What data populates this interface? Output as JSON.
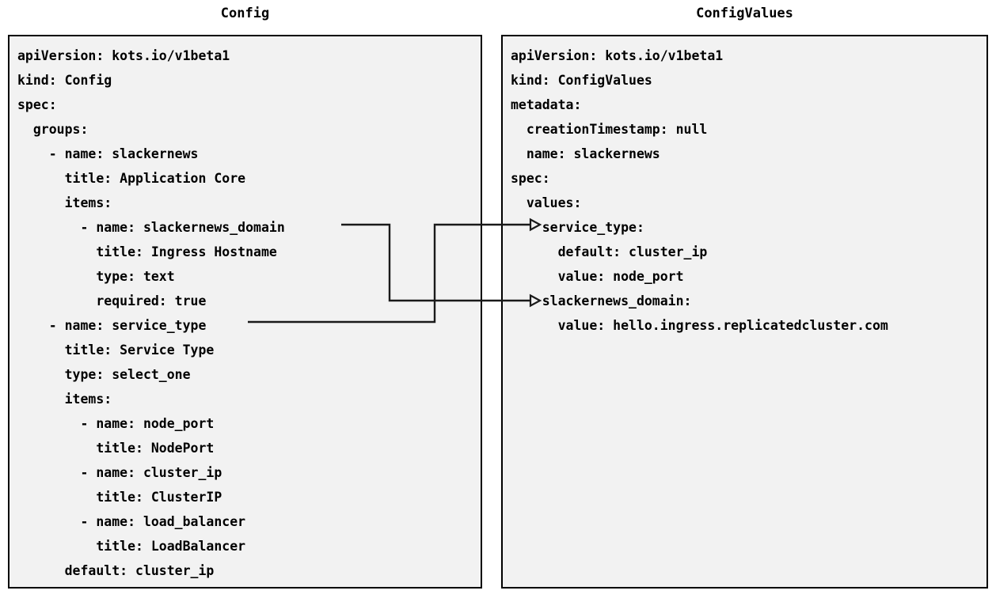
{
  "diagram": {
    "type": "two-panel-yaml-mapping",
    "background_color": "#ffffff",
    "panel_fill_color": "#f2f2f2",
    "panel_border_color": "#000000",
    "connector_color": "#1a1a1a"
  },
  "left_panel": {
    "title": "Config",
    "yaml": "apiVersion: kots.io/v1beta1\nkind: Config\nspec:\n  groups:\n    - name: slackernews\n      title: Application Core\n      items:\n        - name: slackernews_domain\n          title: Ingress Hostname\n          type: text\n          required: true\n    - name: service_type\n      title: Service Type\n      type: select_one\n      items:\n        - name: node_port\n          title: NodePort\n        - name: cluster_ip\n          title: ClusterIP\n        - name: load_balancer\n          title: LoadBalancer\n      default: cluster_ip",
    "lines": [
      "apiVersion: kots.io/v1beta1",
      "kind: Config",
      "spec:",
      "  groups:",
      "    - name: slackernews",
      "      title: Application Core",
      "      items:",
      "        - name: slackernews_domain",
      "          title: Ingress Hostname",
      "          type: text",
      "          required: true",
      "    - name: service_type",
      "      title: Service Type",
      "      type: select_one",
      "      items:",
      "        - name: node_port",
      "          title: NodePort",
      "        - name: cluster_ip",
      "          title: ClusterIP",
      "        - name: load_balancer",
      "          title: LoadBalancer",
      "      default: cluster_ip"
    ]
  },
  "right_panel": {
    "title": "ConfigValues",
    "yaml": "apiVersion: kots.io/v1beta1\nkind: ConfigValues\nmetadata:\n  creationTimestamp: null\n  name: slackernews\nspec:\n  values:\n    service_type:\n      default: cluster_ip\n      value: node_port\n    slackernews_domain:\n      value: hello.ingress.replicatedcluster.com",
    "lines": [
      "apiVersion: kots.io/v1beta1",
      "kind: ConfigValues",
      "metadata:",
      "  creationTimestamp: null",
      "  name: slackernews",
      "spec:",
      "  values:",
      "    service_type:",
      "      default: cluster_ip",
      "      value: node_port",
      "    slackernews_domain:",
      "      value: hello.ingress.replicatedcluster.com"
    ]
  },
  "connectors": [
    {
      "name": "slackernews-domain-mapping",
      "from": "Config spec.groups[0].items[0].name: slackernews_domain",
      "to": "ConfigValues spec.values.slackernews_domain"
    },
    {
      "name": "service-type-mapping",
      "from": "Config spec.groups[1].name: service_type",
      "to": "ConfigValues spec.values.service_type"
    }
  ]
}
